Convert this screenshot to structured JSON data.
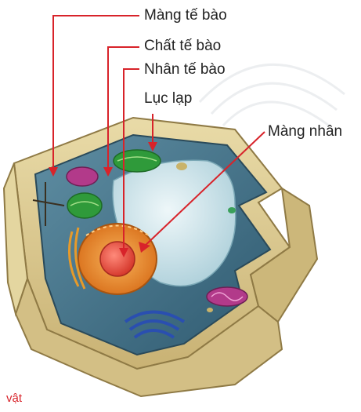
{
  "labels": {
    "cell_membrane": "Màng tế bào",
    "cytoplasm": "Chất tế bào",
    "nucleus": "Nhân tế bào",
    "chloroplast": "Lục lạp",
    "nuclear_membrane": "Màng nhân"
  },
  "caption": "vật",
  "colors": {
    "leader_line": "#d8232a",
    "caption_text": "#d8232a",
    "cell_wall": "#d9c58c",
    "cytoplasm": "#3f6f86",
    "vacuole": "#cfe6ec",
    "nucleus": "#f08a2a",
    "nucleolus": "#e8473a",
    "chloroplast": "#2f9a3a",
    "mitochondrion": "#b23a8a",
    "golgi": "#2a4fb0"
  }
}
